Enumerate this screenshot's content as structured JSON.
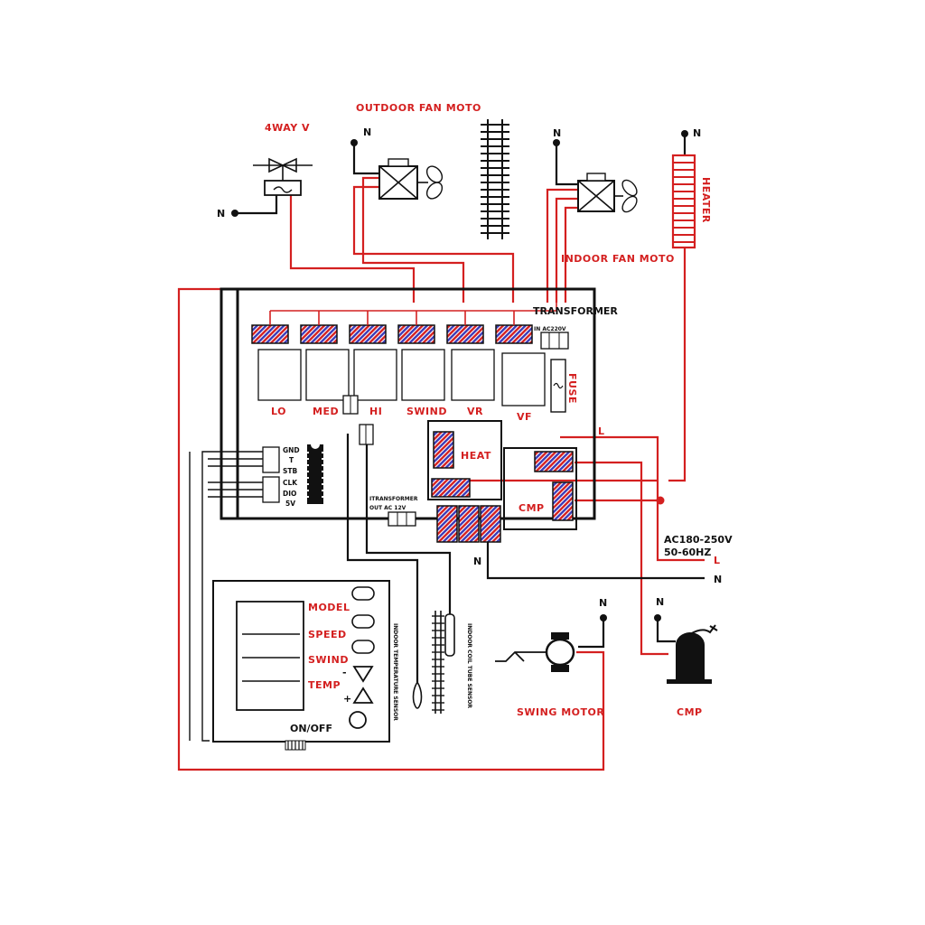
{
  "labels": {
    "four_way_valve": "4WAY V",
    "outdoor_fan": "OUTDOOR FAN MOTO",
    "indoor_fan": "INDOOR FAN MOTO",
    "heater": "HEATER",
    "transformer": "TRANSFORMER",
    "transformer_in": "IN AC220V",
    "fuse": "FUSE",
    "heat": "HEAT",
    "cmp": "CMP",
    "cmp_bottom": "CMP",
    "transformer_out_1": "ITRANSFORMER",
    "transformer_out_2": "OUT AC 12V",
    "supply_1": "AC180-250V",
    "supply_2": "50-60HZ",
    "swing_motor": "SWING MOTOR",
    "indoor_temp_sensor": "INDOOR TEMPERATURE SENSOR",
    "indoor_coil_sensor": "INDOOR COIL TUBE SENSOR",
    "neutral": "N",
    "live": "L"
  },
  "relays": [
    "LO",
    "MED",
    "HI",
    "SWIND",
    "VR",
    "VF"
  ],
  "connector_pins": [
    "GND",
    "T",
    "STB",
    "CLK",
    "DIO",
    "5V"
  ],
  "remote_buttons": [
    {
      "label": "MODEL"
    },
    {
      "label": "SPEED"
    },
    {
      "label": "SWIND"
    },
    {
      "label": "TEMP"
    },
    {
      "label": "ON/OFF"
    }
  ],
  "remote_signs": {
    "minus": "-",
    "plus": "+"
  },
  "colors": {
    "wire_red": "#d42020",
    "wire_black": "#111111",
    "relay_blue": "#3a3ab8"
  }
}
